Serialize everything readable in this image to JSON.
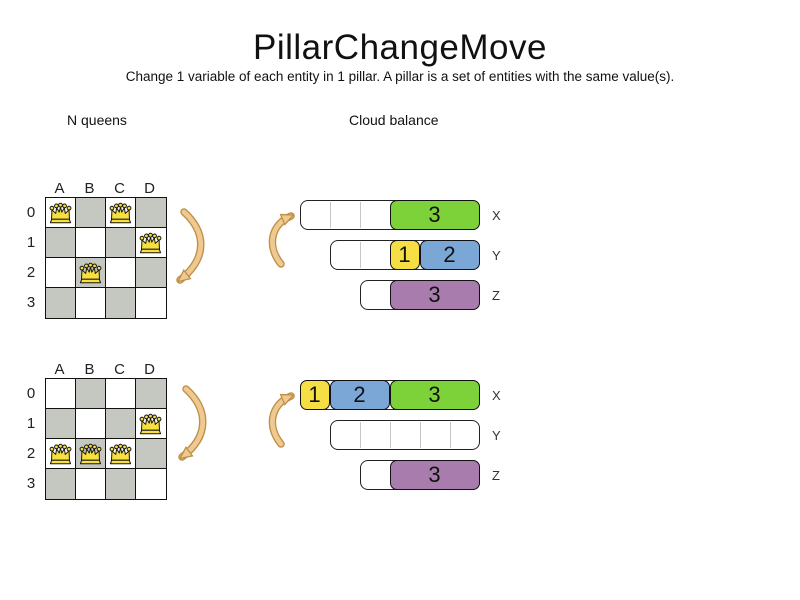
{
  "title": "PillarChangeMove",
  "subtitle": "Change 1 variable of each entity in 1 pillar. A pillar is a set of entities with the same value(s).",
  "sections": {
    "nqueens_label": "N queens",
    "cloud_label": "Cloud balance"
  },
  "colors": {
    "board_dark": "#c5c8c1",
    "board_light": "#ffffff",
    "queen": "#f6df3e",
    "arrow_inner": "#eec992",
    "arrow_outer": "#bf8f46",
    "green": "#7ed239",
    "blue": "#7ba7d7",
    "yellow": "#f6de45",
    "purple": "#a87cac"
  },
  "boards": [
    {
      "name": "nqueens-before",
      "columns": [
        "A",
        "B",
        "C",
        "D"
      ],
      "rows": [
        "0",
        "1",
        "2",
        "3"
      ],
      "queens": [
        "A0",
        "C0",
        "D1",
        "B2"
      ]
    },
    {
      "name": "nqueens-after",
      "columns": [
        "A",
        "B",
        "C",
        "D"
      ],
      "rows": [
        "0",
        "1",
        "2",
        "3"
      ],
      "queens": [
        "D1",
        "A2",
        "B2",
        "C2"
      ]
    }
  ],
  "cloud_diagrams": [
    {
      "name": "cloud-before",
      "rows": [
        {
          "label": "X",
          "capacity": 6,
          "empty_lead": 3,
          "blocks": [
            {
              "value": "3",
              "color": "green",
              "units": 3
            }
          ]
        },
        {
          "label": "Y",
          "capacity": 5,
          "empty_lead": 2,
          "blocks": [
            {
              "value": "1",
              "color": "yellow",
              "units": 1
            },
            {
              "value": "2",
              "color": "blue",
              "units": 2
            }
          ]
        },
        {
          "label": "Z",
          "capacity": 4,
          "empty_lead": 1,
          "blocks": [
            {
              "value": "3",
              "color": "purple",
              "units": 3
            }
          ]
        }
      ]
    },
    {
      "name": "cloud-after",
      "rows": [
        {
          "label": "X",
          "capacity": 6,
          "empty_lead": 0,
          "blocks": [
            {
              "value": "1",
              "color": "yellow",
              "units": 1
            },
            {
              "value": "2",
              "color": "blue",
              "units": 2
            },
            {
              "value": "3",
              "color": "green",
              "units": 3
            }
          ]
        },
        {
          "label": "Y",
          "capacity": 5,
          "empty_lead": 5,
          "blocks": []
        },
        {
          "label": "Z",
          "capacity": 4,
          "empty_lead": 1,
          "blocks": [
            {
              "value": "3",
              "color": "purple",
              "units": 3
            }
          ]
        }
      ]
    }
  ]
}
